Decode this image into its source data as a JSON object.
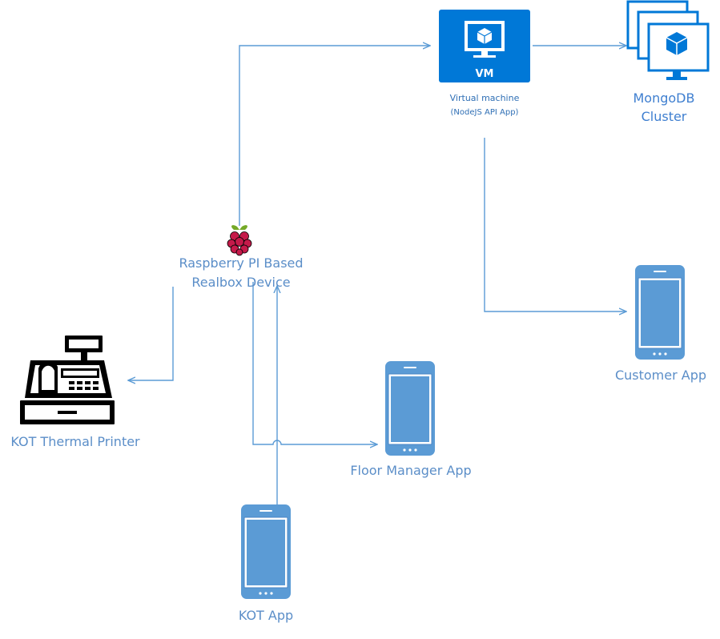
{
  "colors": {
    "connector": "#5b9bd5",
    "azure_blue": "#0078d7",
    "device_fill": "#5b9bd5",
    "device_frame": "#4a86c5",
    "printer": "#000000",
    "label": "#5b8ec8",
    "raspberry": "#c51a4a",
    "leaf": "#75a928"
  },
  "nodes": {
    "vm": {
      "badge": "VM",
      "title": "Virtual machine",
      "subtitle": "(NodeJS API App)",
      "icon": "vm-icon"
    },
    "mongodb": {
      "line1": "MongoDB",
      "line2": "Cluster",
      "icon": "vm-stack-icon"
    },
    "raspberry": {
      "line1": "Raspberry PI Based",
      "line2": "Realbox Device",
      "icon": "raspberry-pi-icon"
    },
    "printer": {
      "label": "KOT Thermal Printer",
      "icon": "cash-register-icon"
    },
    "customer_app": {
      "label": "Customer App",
      "icon": "mobile-phone-icon"
    },
    "floor_manager_app": {
      "label": "Floor Manager App",
      "icon": "mobile-phone-icon"
    },
    "kot_app": {
      "label": "KOT App",
      "icon": "mobile-phone-icon"
    }
  },
  "connections": [
    {
      "from": "raspberry",
      "to": "vm"
    },
    {
      "from": "vm",
      "to": "mongodb"
    },
    {
      "from": "vm",
      "to": "customer_app"
    },
    {
      "from": "raspberry",
      "to": "printer"
    },
    {
      "from": "raspberry",
      "to": "floor_manager_app"
    },
    {
      "from": "kot_app",
      "to": "raspberry"
    }
  ]
}
